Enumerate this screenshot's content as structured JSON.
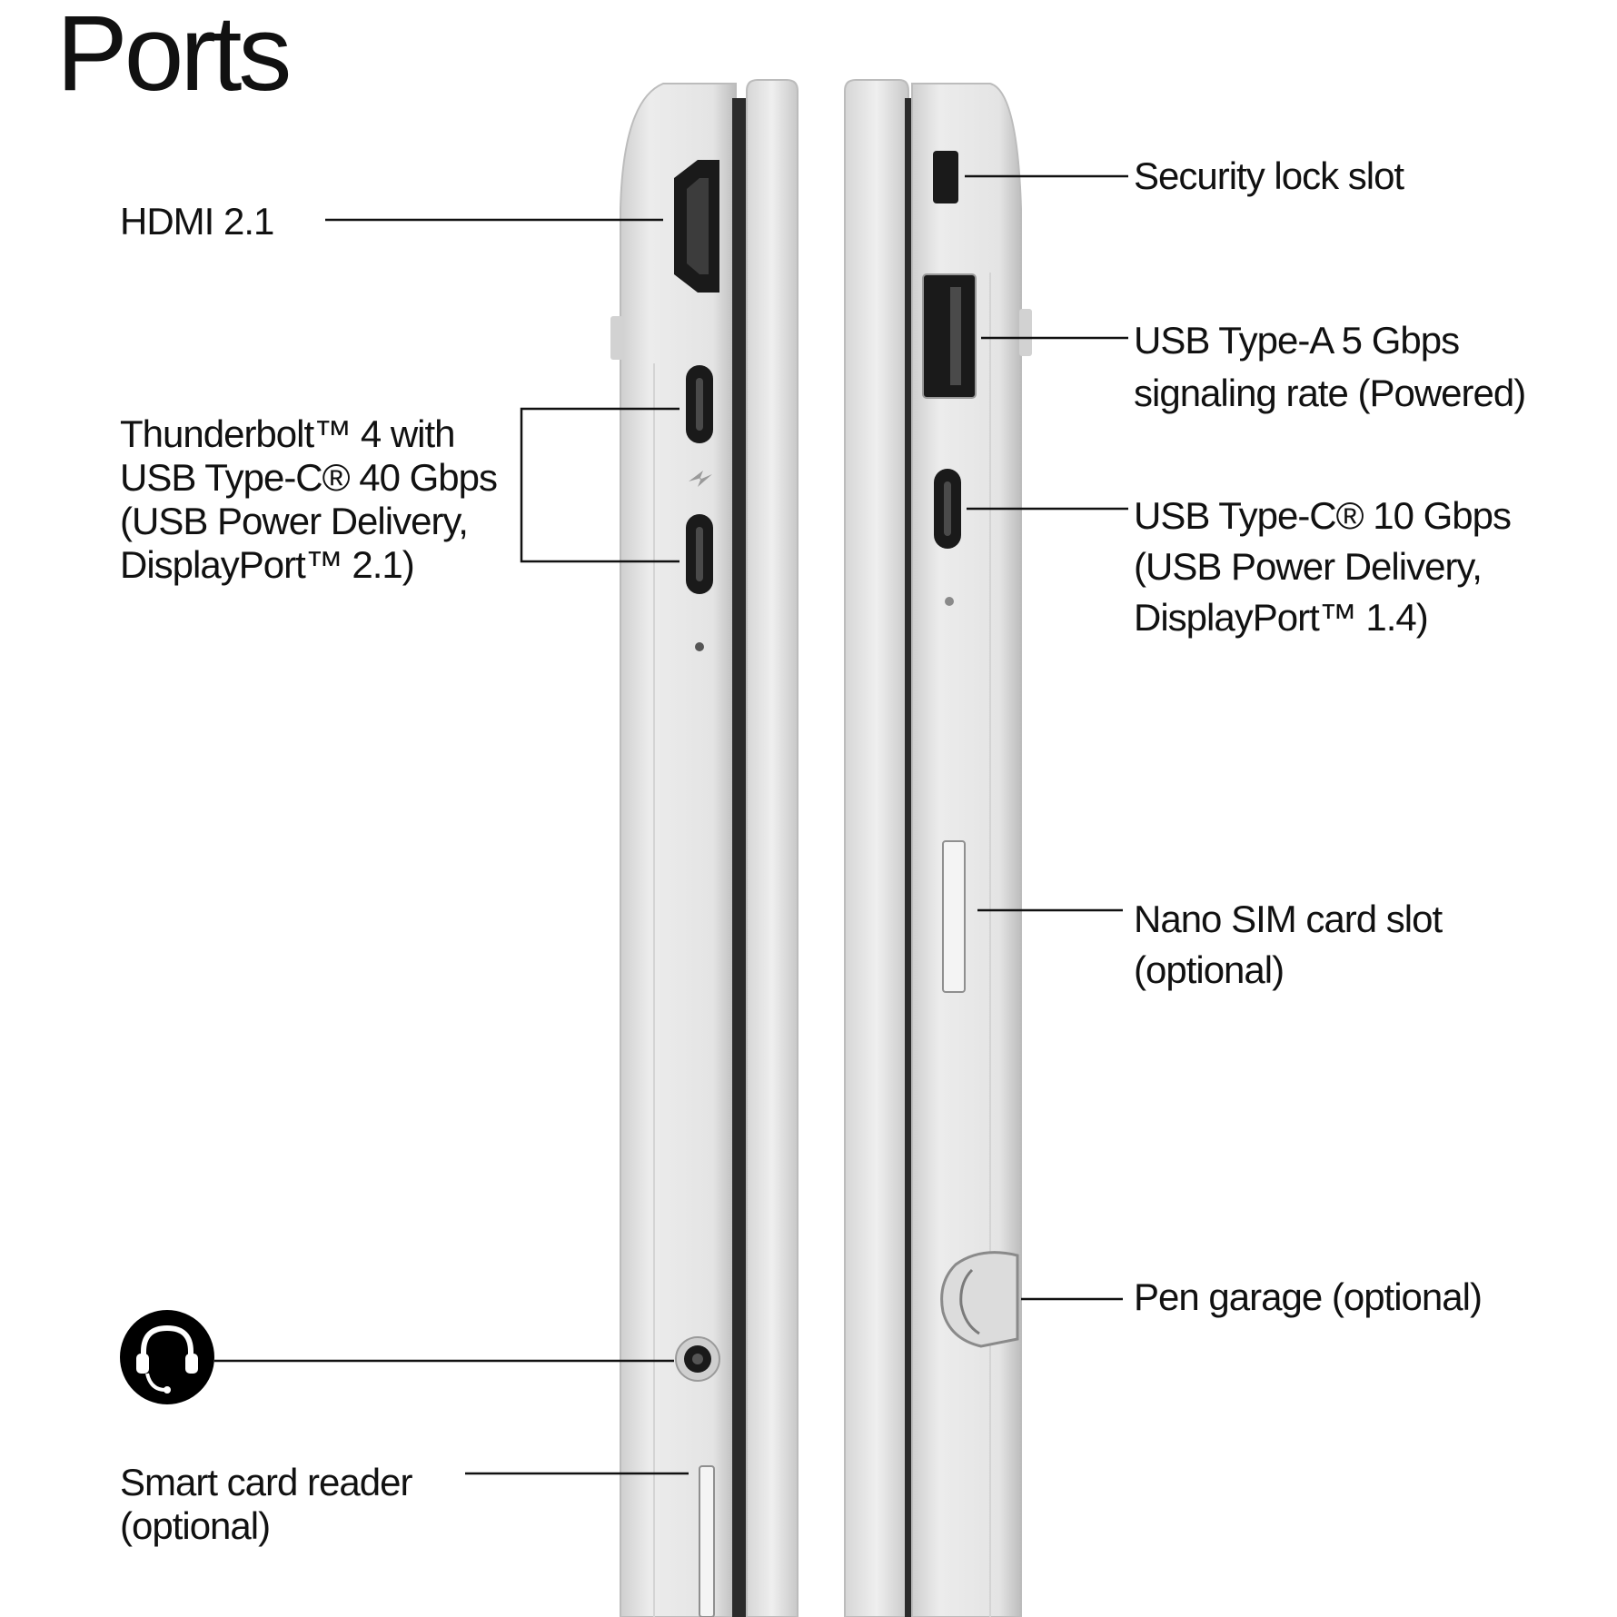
{
  "title": "Ports",
  "left_side": {
    "hdmi": "HDMI 2.1",
    "thunderbolt": [
      "Thunderbolt™ 4 with",
      "USB Type-C® 40 Gbps",
      "(USB Power Delivery,",
      "DisplayPort™ 2.1)"
    ],
    "smart_card": [
      "Smart card reader",
      "(optional)"
    ],
    "headset_icon": "headset-icon"
  },
  "right_side": {
    "security_lock": "Security lock slot",
    "usb_a": [
      "USB Type-A 5 Gbps",
      "signaling rate (Powered)"
    ],
    "usb_c": [
      "USB Type-C® 10 Gbps",
      "(USB Power Delivery,",
      "DisplayPort™ 1.4)"
    ],
    "nano_sim": [
      "Nano SIM card slot",
      "(optional)"
    ],
    "pen_garage": "Pen garage (optional)"
  },
  "colors": {
    "text": "#111111",
    "chassis": "#e6e6e6",
    "chassis_shadow": "#c9c9c9",
    "port": "#1a1a1a"
  }
}
